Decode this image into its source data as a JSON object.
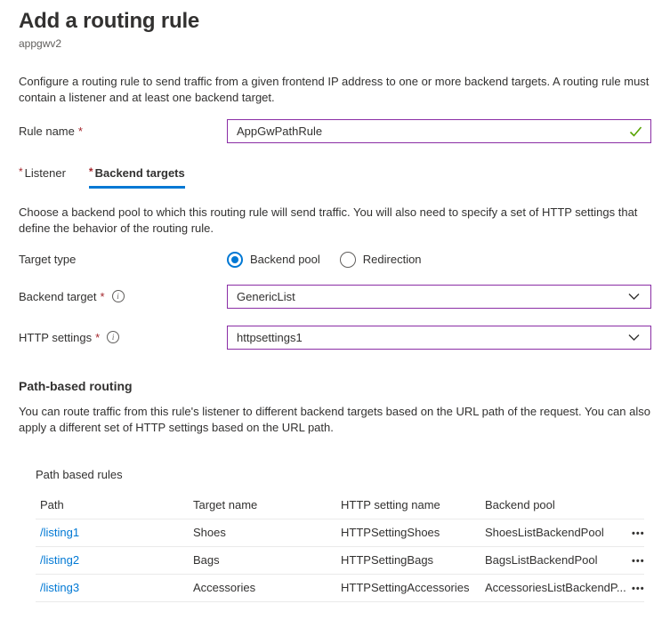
{
  "header": {
    "title": "Add a routing rule",
    "subtitle": "appgwv2"
  },
  "intro": "Configure a routing rule to send traffic from a given frontend IP address to one or more backend targets. A routing rule must contain a listener and at least one backend target.",
  "rule_name": {
    "label": "Rule name",
    "required_marker": "*",
    "value": "AppGwPathRule"
  },
  "tabs": [
    {
      "label": "Listener",
      "required_marker": "*"
    },
    {
      "label": "Backend targets",
      "required_marker": "*"
    }
  ],
  "backend_intro": "Choose a backend pool to which this routing rule will send traffic. You will also need to specify a set of HTTP settings that define the behavior of the routing rule.",
  "target_type": {
    "label": "Target type",
    "options": [
      {
        "label": "Backend pool",
        "selected": true
      },
      {
        "label": "Redirection",
        "selected": false
      }
    ]
  },
  "backend_target": {
    "label": "Backend target",
    "required_marker": "*",
    "value": "GenericList"
  },
  "http_settings": {
    "label": "HTTP settings",
    "required_marker": "*",
    "value": "httpsettings1"
  },
  "path_routing": {
    "heading": "Path-based routing",
    "description": "You can route traffic from this rule's listener to different backend targets based on the URL path of the request. You can also apply a different set of HTTP settings based on the URL path.",
    "table_label": "Path based rules",
    "columns": [
      "Path",
      "Target name",
      "HTTP setting name",
      "Backend pool"
    ],
    "rows": [
      {
        "path": "/listing1",
        "target_name": "Shoes",
        "http_setting_name": "HTTPSettingShoes",
        "backend_pool": "ShoesListBackendPool"
      },
      {
        "path": "/listing2",
        "target_name": "Bags",
        "http_setting_name": "HTTPSettingBags",
        "backend_pool": "BagsListBackendPool"
      },
      {
        "path": "/listing3",
        "target_name": "Accessories",
        "http_setting_name": "HTTPSettingAccessories",
        "backend_pool": "AccessoriesListBackendP..."
      }
    ]
  },
  "icons": {
    "info_glyph": "i",
    "more_glyph": "•••",
    "checkmark": "checkmark-icon",
    "chevron_down": "chevron-down-icon"
  },
  "colors": {
    "accent_blue": "#0078d4",
    "changed_field_purple": "#8a2da5",
    "valid_green": "#57a300",
    "required_red": "#a4262c",
    "text_primary": "#323130",
    "text_secondary": "#605e5c",
    "divider": "#eaeaea"
  }
}
